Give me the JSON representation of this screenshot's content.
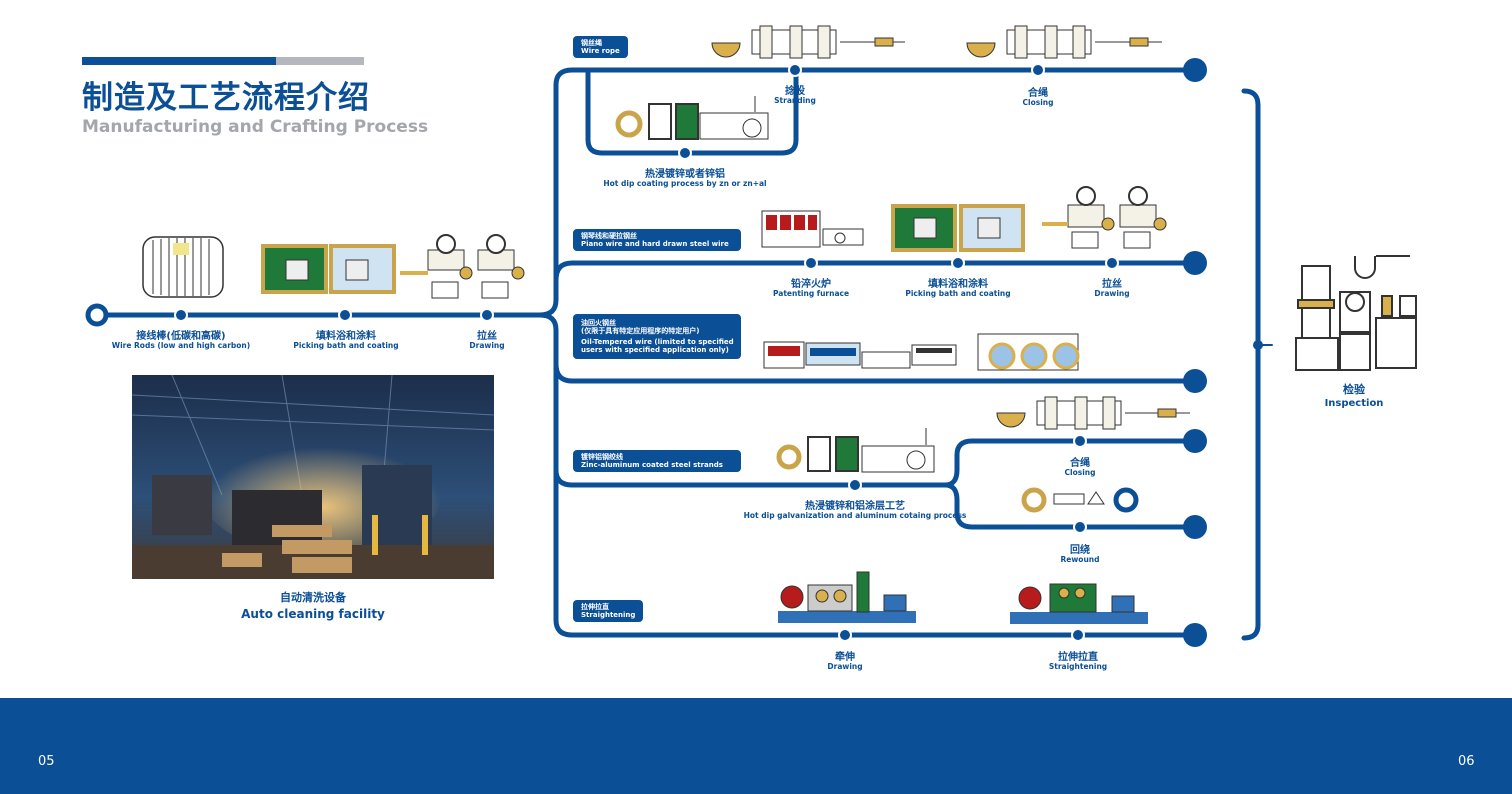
{
  "header": {
    "title_zh": "制造及工艺流程介绍",
    "title_en": "Manufacturing and Crafting Process"
  },
  "main_line": [
    {
      "zh": "接线棒(低碳和高碳)",
      "en": "Wire Rods (low and high carbon)"
    },
    {
      "zh": "填料浴和涂料",
      "en": "Picking bath and coating"
    },
    {
      "zh": "拉丝",
      "en": "Drawing"
    }
  ],
  "photo": {
    "caption_zh": "自动清洗设备",
    "caption_en": "Auto cleaning facility"
  },
  "branches": {
    "wire_rope": {
      "zh": "钢丝绳",
      "en": "Wire rope",
      "steps": [
        {
          "zh": "捻股",
          "en": "Stranding"
        },
        {
          "zh": "合绳",
          "en": "Closing"
        },
        {
          "zh": "热浸镀锌或者锌铝",
          "en": "Hot dip coating process by zn or zn+al"
        }
      ]
    },
    "piano_wire": {
      "zh": "钢琴线和硬拉钢丝",
      "en": "Piano wire and hard drawn steel wire",
      "steps": [
        {
          "zh": "铅淬火炉",
          "en": "Patenting furnace"
        },
        {
          "zh": "填料浴和涂料",
          "en": "Picking bath and coating"
        },
        {
          "zh": "拉丝",
          "en": "Drawing"
        }
      ]
    },
    "oil_tempered": {
      "zh": "油回火钢丝",
      "zh_note": "(仅限于具有特定应用程序的特定用户)",
      "en": "Oil-Tempered wire (limited to specified",
      "en2": "users with specified application only)"
    },
    "zinc_al": {
      "zh": "镀锌铝钢绞线",
      "en": "Zinc-aluminum coated steel strands",
      "steps": [
        {
          "zh": "热浸镀锌和铝涂层工艺",
          "en": "Hot dip galvanization and aluminum cotaing process"
        },
        {
          "zh": "合绳",
          "en": "Closing"
        },
        {
          "zh": "回绕",
          "en": "Rewound"
        }
      ]
    },
    "straightening": {
      "zh": "拉伸拉直",
      "en": "Straightening",
      "steps": [
        {
          "zh": "牵伸",
          "en": "Drawing"
        },
        {
          "zh": "拉伸拉直",
          "en": "Straightening"
        }
      ]
    }
  },
  "inspection": {
    "zh": "检验",
    "en": "Inspection"
  },
  "footer": {
    "page_left": "05",
    "page_right": "06"
  },
  "colors": {
    "primary": "#0b4f96",
    "gold": "#d9b04b",
    "green": "#1f7a3a",
    "grey": "#a3a7ab"
  }
}
